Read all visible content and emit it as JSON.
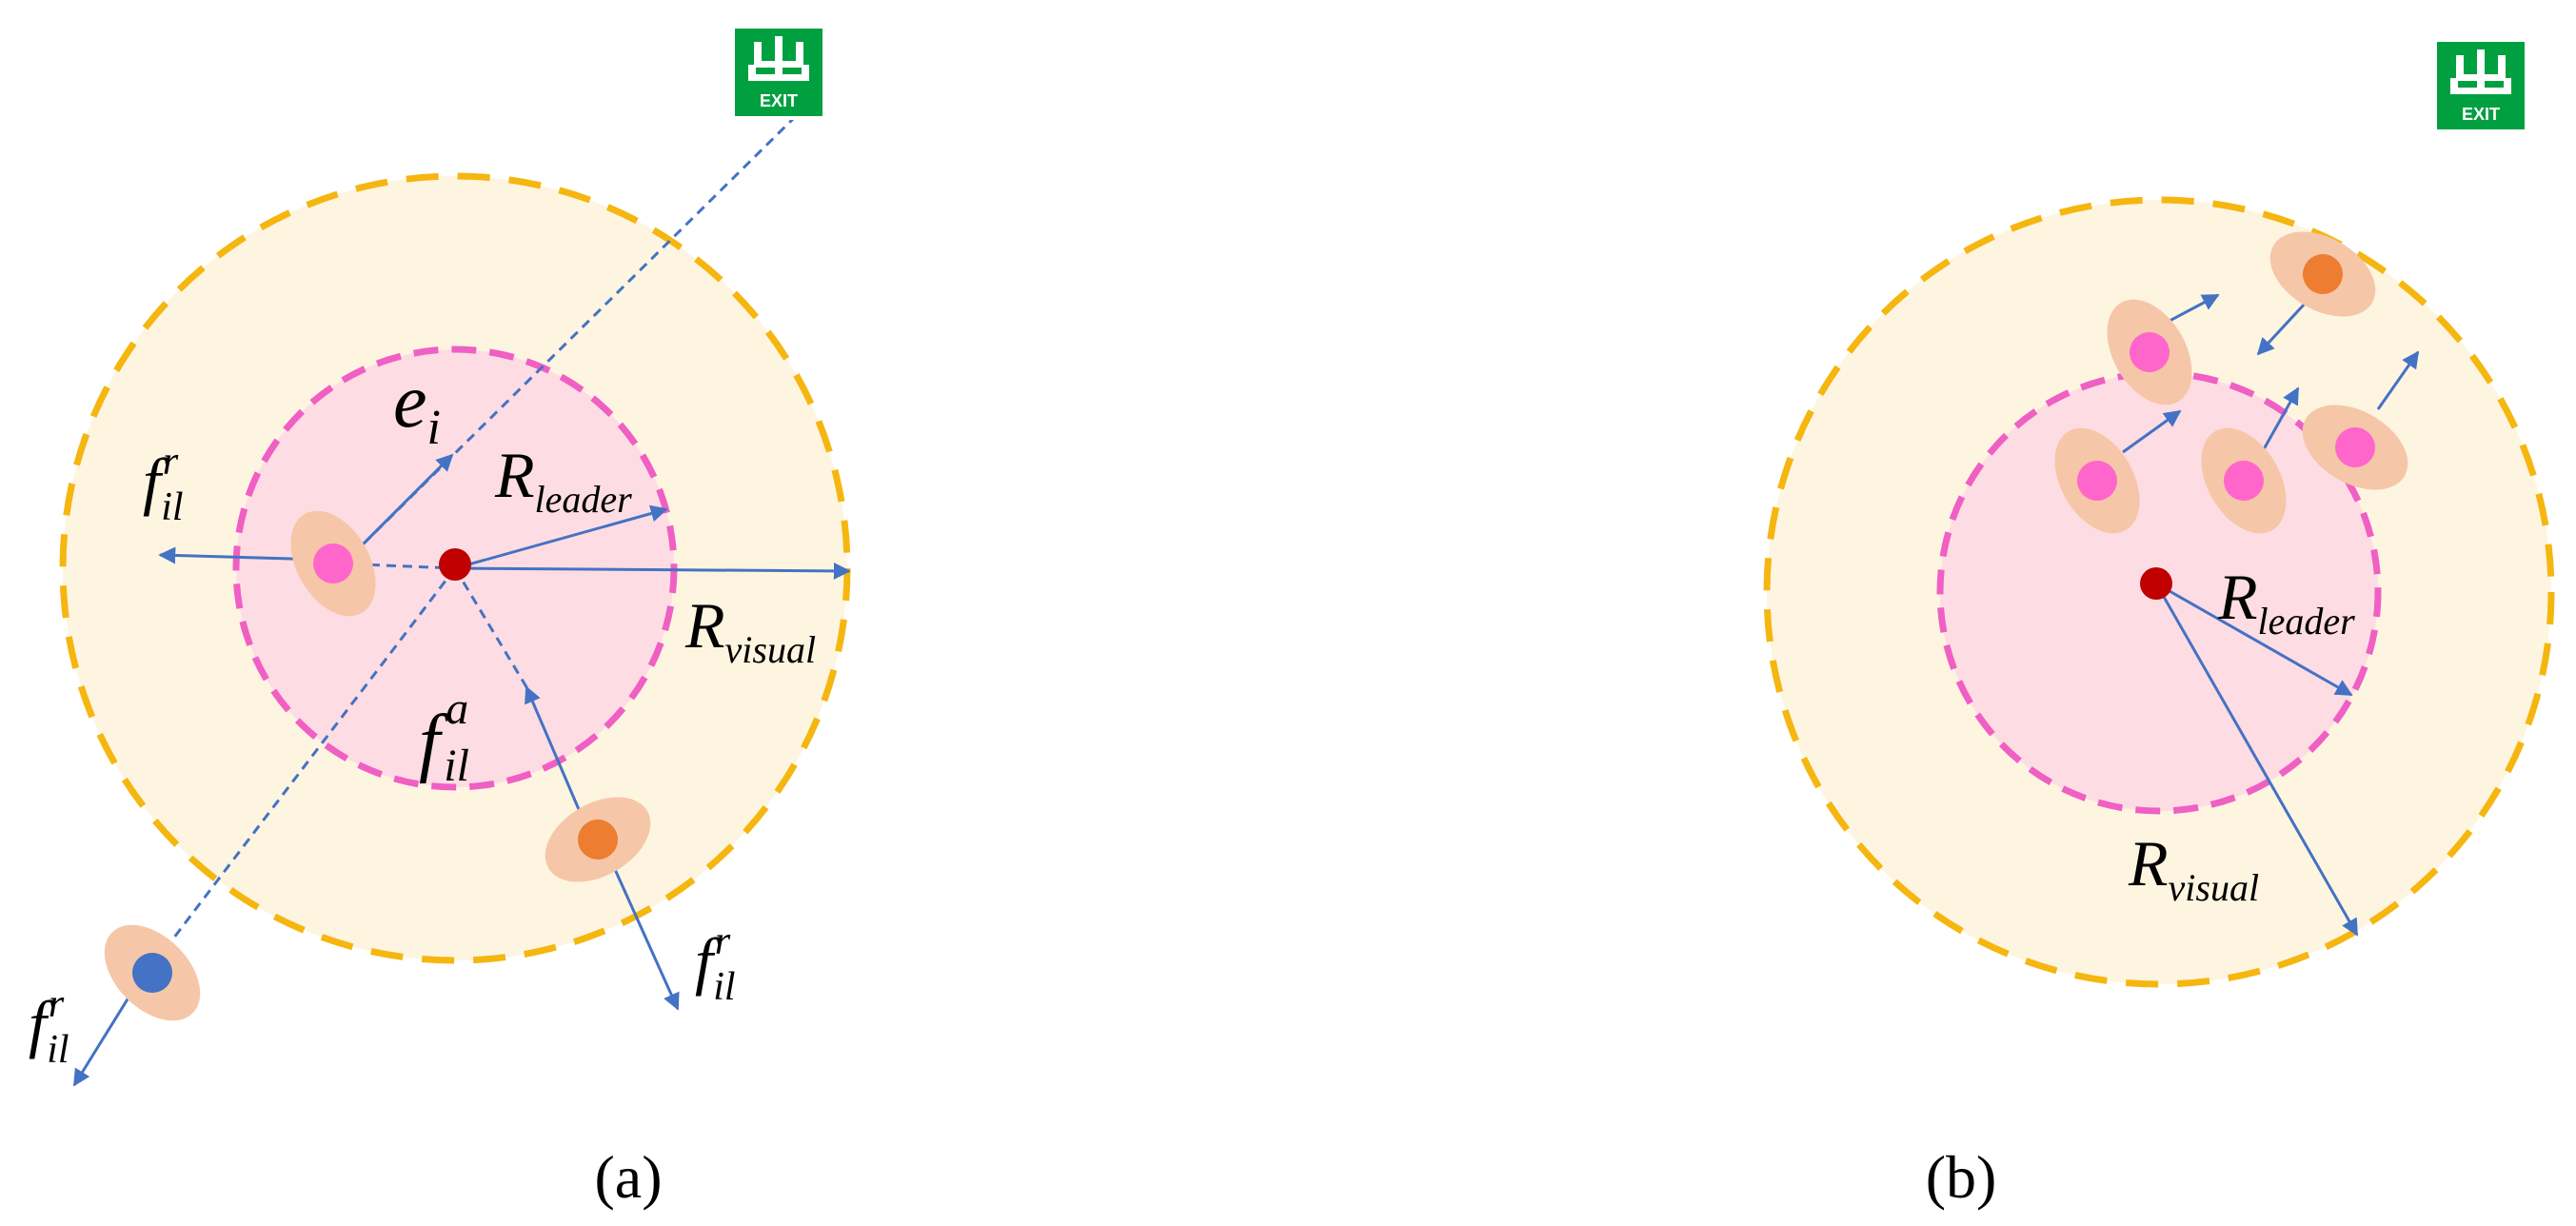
{
  "colors": {
    "outer_fill": "#FEF5E1",
    "outer_stroke": "#F5B610",
    "inner_fill": "#FDDDE3",
    "inner_stroke": "#F05FC4",
    "arrow": "#4472C4",
    "leader_dot": "#C00000",
    "person_body": "#F5C7A8",
    "person_shoulder": "#9E9E9E",
    "head_pink": "#FF66CC",
    "head_orange": "#ED7D31",
    "head_blue": "#4472C4",
    "exit_green": "#00A040"
  },
  "exit_sign": {
    "text": "EXIT"
  },
  "panel_a": {
    "caption": "(a)",
    "labels": {
      "e_base": "e",
      "e_sub": "i",
      "r_leader_base": "R",
      "r_leader_sub": "leader",
      "r_visual_base": "R",
      "r_visual_sub": "visual",
      "f_base": "f",
      "f_sub": "il",
      "f_sup_r": "r",
      "f_sup_a": "a"
    }
  },
  "panel_b": {
    "caption": "(b)",
    "labels": {
      "r_leader_base": "R",
      "r_leader_sub": "leader",
      "r_visual_base": "R",
      "r_visual_sub": "visual"
    }
  }
}
